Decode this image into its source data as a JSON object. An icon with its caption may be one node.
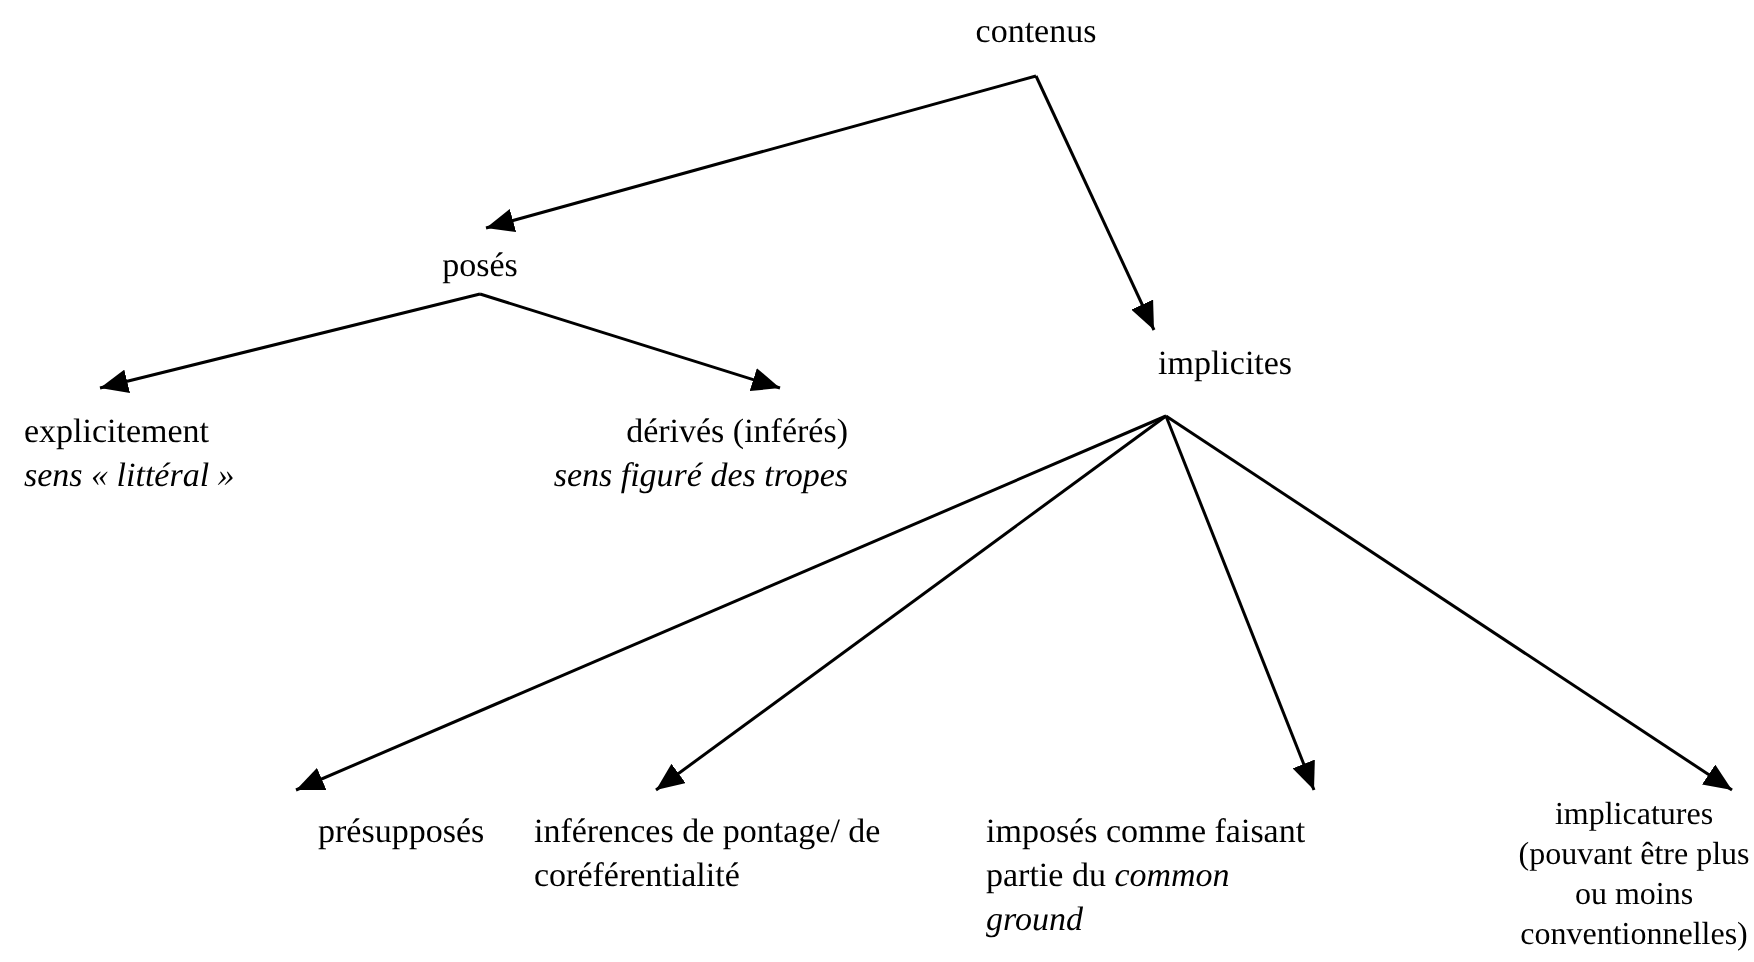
{
  "diagram": {
    "nodes": [
      {
        "text": [
          "contenus"
        ]
      },
      {
        "text": [
          "posés"
        ]
      },
      {
        "text": [
          "implicites"
        ]
      },
      {
        "text": [
          "explicitement",
          "sens « littéral »"
        ]
      },
      {
        "text": [
          "dérivés (inférés)",
          "sens figuré des tropes"
        ]
      },
      {
        "text": [
          "présupposés"
        ]
      },
      {
        "text": [
          "inférences de pontage/ de coréférentialité"
        ]
      },
      {
        "text": [
          "imposés comme faisant partie du *common ground*"
        ]
      },
      {
        "text": [
          "implicatures (pouvant être plus ou moins conventionnelles)"
        ]
      }
    ],
    "edges": [
      {
        "from": 0,
        "to": 1,
        "arrow": "to"
      },
      {
        "from": 0,
        "to": 2,
        "arrow": "to"
      },
      {
        "from": 1,
        "to": 3,
        "arrow": "to"
      },
      {
        "from": 1,
        "to": 4,
        "arrow": "to"
      },
      {
        "from": 2,
        "to": 5,
        "arrow": "to"
      },
      {
        "from": 2,
        "to": 6,
        "arrow": "to"
      },
      {
        "from": 2,
        "to": 7,
        "arrow": "to"
      },
      {
        "from": 2,
        "to": 8,
        "arrow": "to"
      }
    ]
  }
}
